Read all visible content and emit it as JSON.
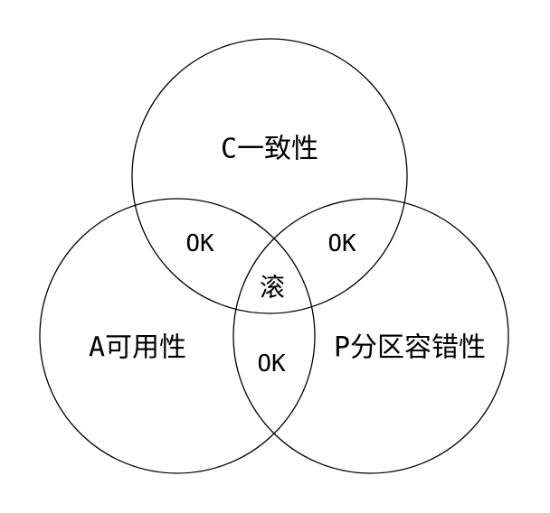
{
  "diagram": {
    "type": "venn-3",
    "stroke_color": "#000000",
    "background_color": "#ffffff",
    "sets": {
      "c": {
        "label": "C一致性"
      },
      "a": {
        "label": "A可用性"
      },
      "p": {
        "label": "P分区容错性"
      }
    },
    "overlaps": {
      "c_and_a": "OK",
      "c_and_p": "OK",
      "a_and_p": "OK",
      "all_three": "滚"
    }
  }
}
